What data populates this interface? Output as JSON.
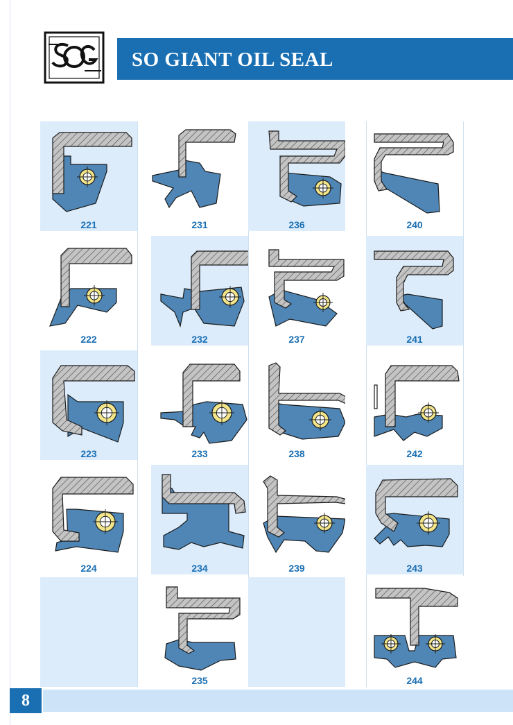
{
  "header": {
    "title": "SO GIANT OIL SEAL"
  },
  "logo": {
    "icon": "sog-monogram-logo"
  },
  "colors": {
    "accent": "#1a6fb3",
    "cell_shade": "#dcecfb",
    "rubber": "#4f86b5",
    "metal": "#c4c4c4",
    "spring": "#f3e68a"
  },
  "seals": [
    {
      "code": "221"
    },
    {
      "code": "231"
    },
    {
      "code": "236"
    },
    {
      "code": "240"
    },
    {
      "code": "222"
    },
    {
      "code": "232"
    },
    {
      "code": "237"
    },
    {
      "code": "241"
    },
    {
      "code": "223"
    },
    {
      "code": "233"
    },
    {
      "code": "238"
    },
    {
      "code": "242"
    },
    {
      "code": "224"
    },
    {
      "code": "234"
    },
    {
      "code": "239"
    },
    {
      "code": "243"
    },
    {
      "code": ""
    },
    {
      "code": "235"
    },
    {
      "code": ""
    },
    {
      "code": "244"
    }
  ],
  "footer": {
    "page_number": "8"
  }
}
